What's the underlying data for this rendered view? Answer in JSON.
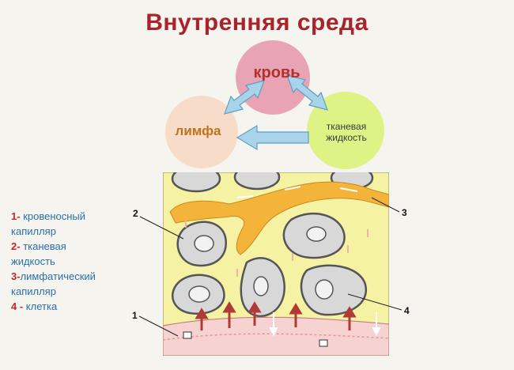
{
  "title": "Внутренняя среда",
  "circles": {
    "blood": "кровь",
    "lymph": "лимфа",
    "tissue_fluid_line1": "тканевая",
    "tissue_fluid_line2": "жидкость"
  },
  "legend": [
    {
      "num": "1",
      "sep": "- ",
      "line1": "кровеносный",
      "line2": "капилляр"
    },
    {
      "num": "2",
      "sep": "- ",
      "line1": "тканевая",
      "line2": "жидкость"
    },
    {
      "num": "3",
      "sep": "-",
      "line1": "лимфатический",
      "line2": "капилляр"
    },
    {
      "num": "4",
      "sep": " - ",
      "line1": "клетка",
      "line2": ""
    }
  ],
  "diagram_labels": {
    "l1": "1",
    "l2": "2",
    "l3": "3",
    "l4": "4"
  },
  "colors": {
    "title": "#a8242a",
    "blood_circle": "#e8a3b4",
    "lymph_circle": "#f7dcca",
    "tissue_circle": "#dff285",
    "arrow": "#a9d3ea",
    "tissue_bg": "#f5f2a4",
    "lymph_vessel": "#f4b43a",
    "blood_vessel": "#f6d2d0",
    "cell": "#d8d8d8"
  }
}
